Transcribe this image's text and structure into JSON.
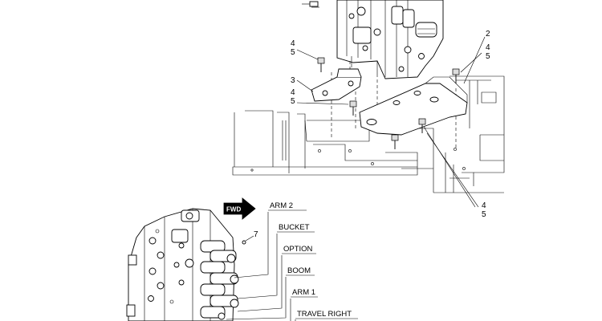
{
  "callouts": {
    "c2": "2",
    "c3": "3",
    "c4a": "4",
    "c5a": "5",
    "c4b": "4",
    "c5b": "5",
    "c4c": "4",
    "c5c": "5",
    "c4d": "4",
    "c5d": "5",
    "c7": "7"
  },
  "fwd_label": "FWD",
  "circuits": {
    "arm2": "ARM 2",
    "bucket": "BUCKET",
    "option": "OPTION",
    "boom": "BOOM",
    "arm1": "ARM 1",
    "travel_right": "TRAVEL RIGHT"
  }
}
